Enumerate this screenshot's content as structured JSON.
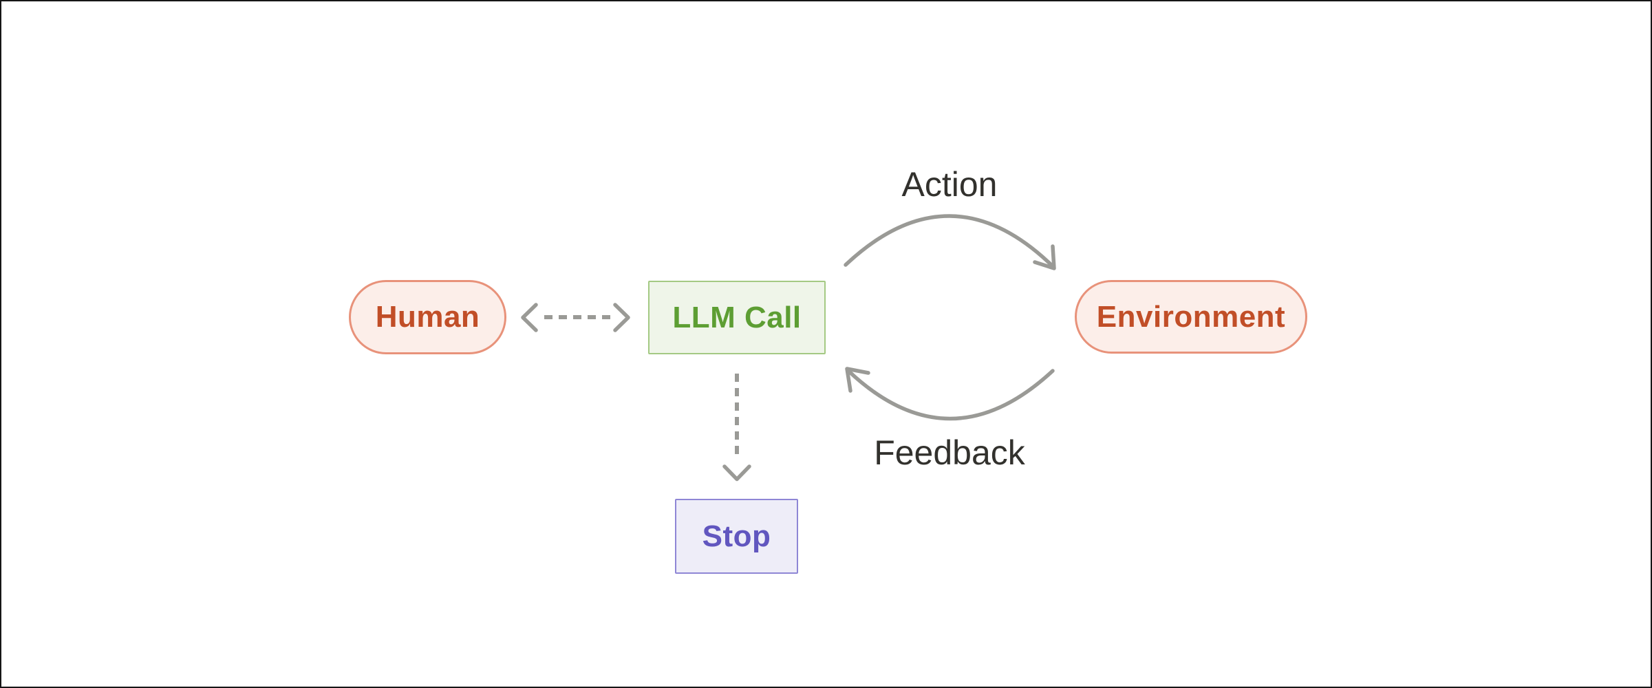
{
  "diagram": {
    "background": "#ffffff",
    "frame_border_color": "#161616",
    "arrow_color": "#9a9a96",
    "edge_label_color": "#32312d",
    "nodes": {
      "human": {
        "label": "Human",
        "shape": "pill",
        "fill": "#fceee9",
        "border_color": "#e8927a",
        "text_color": "#c14e27"
      },
      "llm_call": {
        "label": "LLM Call",
        "shape": "rectangle",
        "fill": "#eff5e9",
        "border_color": "#a4c983",
        "text_color": "#5d9e33"
      },
      "environment": {
        "label": "Environment",
        "shape": "pill",
        "fill": "#fceee9",
        "border_color": "#e8927a",
        "text_color": "#c14e27"
      },
      "stop": {
        "label": "Stop",
        "shape": "rectangle",
        "fill": "#eeedf8",
        "border_color": "#8e86d5",
        "text_color": "#6156bf"
      }
    },
    "edges": {
      "human_llm": {
        "from": "Human",
        "to": "LLM Call",
        "style": "dashed",
        "direction": "bidirectional"
      },
      "action": {
        "label": "Action",
        "from": "LLM Call",
        "to": "Environment",
        "style": "curved-solid",
        "direction": "one-way"
      },
      "feedback": {
        "label": "Feedback",
        "from": "Environment",
        "to": "LLM Call",
        "style": "curved-solid",
        "direction": "one-way"
      },
      "llm_stop": {
        "from": "LLM Call",
        "to": "Stop",
        "style": "dashed",
        "direction": "one-way"
      }
    }
  }
}
